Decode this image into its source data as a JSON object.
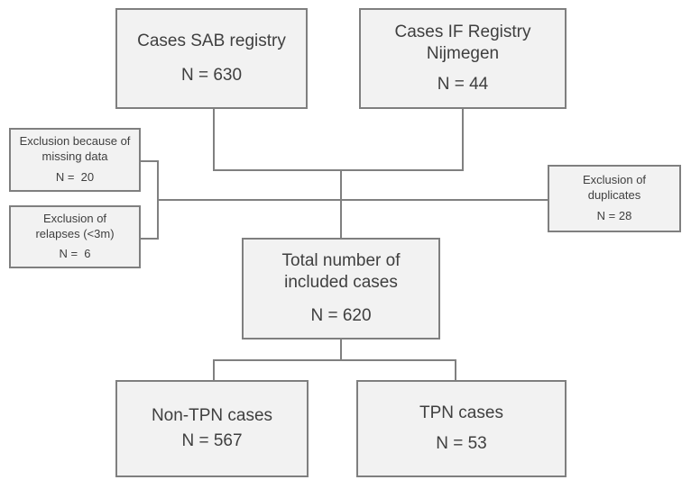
{
  "diagram": {
    "title_hint": "Case inclusion flowchart",
    "colors": {
      "box_fill": "#f2f2f2",
      "box_border": "#7f7f7f",
      "connector": "#808080",
      "text": "#3f3f3f",
      "background": "#ffffff"
    },
    "boxes": {
      "sab_registry": {
        "line1": "Cases SAB registry",
        "n": "N = 630"
      },
      "if_registry": {
        "line1": "Cases IF Registry",
        "line2": "Nijmegen",
        "n": "N = 44"
      },
      "exclusion_missing": {
        "line1": "Exclusion because of",
        "line2": "missing data",
        "n": "N =  20"
      },
      "exclusion_relapses": {
        "line1": "Exclusion of",
        "line2": "relapses (<3m)",
        "n": "N =  6"
      },
      "exclusion_duplicates": {
        "line1": "Exclusion of",
        "line2": "duplicates",
        "n": "N = 28"
      },
      "total_included": {
        "line1": "Total number of",
        "line2": "included cases",
        "n": "N = 620"
      },
      "non_tpn": {
        "line1": "Non-TPN cases",
        "n": "N = 567"
      },
      "tpn": {
        "line1": "TPN cases",
        "n": "N = 53"
      }
    }
  }
}
